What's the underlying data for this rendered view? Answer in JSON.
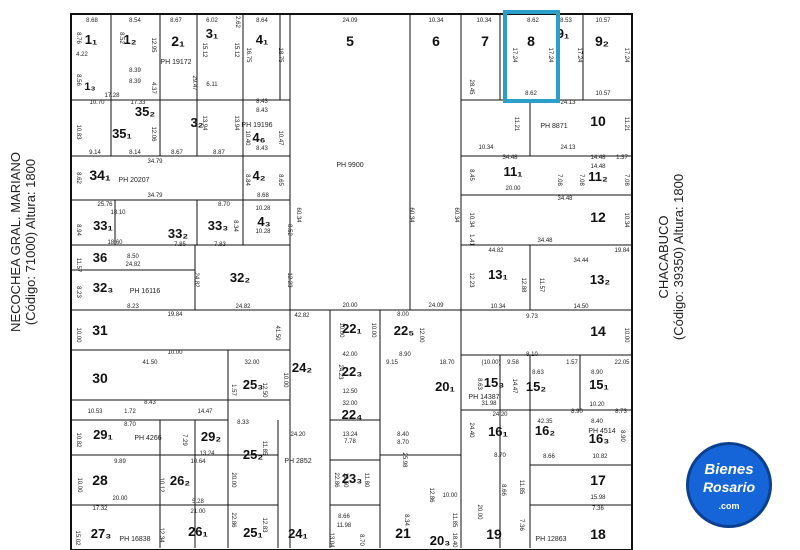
{
  "streets": {
    "left_name": "NECOCHEA GRAL. MARIANO",
    "left_code": "(Código: 71000) Altura: 1800",
    "right_name": "CHACABUCO",
    "right_code": "(Código: 39350) Altura: 1800"
  },
  "logo": {
    "line1": "Bienes",
    "line2": "Rosario",
    "line3": ".com"
  },
  "highlight_color": "#2a9fc9",
  "lots": [
    {
      "id": "1",
      "label": "1₁"
    },
    {
      "id": "2",
      "label": "1₂"
    },
    {
      "id": "3",
      "label": "2₁"
    },
    {
      "id": "4",
      "label": "3₁"
    },
    {
      "id": "5",
      "label": "4₁"
    },
    {
      "id": "6",
      "label": "5"
    },
    {
      "id": "7",
      "label": "6"
    },
    {
      "id": "8",
      "label": "7"
    },
    {
      "id": "9",
      "label": "8"
    },
    {
      "id": "10",
      "label": "9₁"
    },
    {
      "id": "11",
      "label": "9₂"
    },
    {
      "id": "12",
      "label": "1₃"
    },
    {
      "id": "13",
      "label": "35₂"
    },
    {
      "id": "14",
      "label": "35₁"
    },
    {
      "id": "15",
      "label": "3₂"
    },
    {
      "id": "16",
      "label": "4₆"
    },
    {
      "id": "17",
      "label": "10"
    },
    {
      "id": "18",
      "label": "34₁"
    },
    {
      "id": "19",
      "label": "4₂"
    },
    {
      "id": "20",
      "label": "11₁"
    },
    {
      "id": "21",
      "label": "11₂"
    },
    {
      "id": "22",
      "label": "33₁"
    },
    {
      "id": "23",
      "label": "33₂"
    },
    {
      "id": "24",
      "label": "33₃"
    },
    {
      "id": "25",
      "label": "4₃"
    },
    {
      "id": "26",
      "label": "12"
    },
    {
      "id": "27",
      "label": "36"
    },
    {
      "id": "28",
      "label": "32₂"
    },
    {
      "id": "29",
      "label": "32₃"
    },
    {
      "id": "30",
      "label": "13₁"
    },
    {
      "id": "31",
      "label": "13₂"
    },
    {
      "id": "32",
      "label": "31"
    },
    {
      "id": "33",
      "label": "22₁"
    },
    {
      "id": "34",
      "label": "22₅"
    },
    {
      "id": "35",
      "label": "14"
    },
    {
      "id": "36",
      "label": "30"
    },
    {
      "id": "37",
      "label": "25₃"
    },
    {
      "id": "38",
      "label": "24₂"
    },
    {
      "id": "39",
      "label": "22₃"
    },
    {
      "id": "40",
      "label": "20₁"
    },
    {
      "id": "41",
      "label": "15₃"
    },
    {
      "id": "42",
      "label": "15₂"
    },
    {
      "id": "43",
      "label": "15₁"
    },
    {
      "id": "44",
      "label": "29₁"
    },
    {
      "id": "45",
      "label": "29₂"
    },
    {
      "id": "46",
      "label": "22₄"
    },
    {
      "id": "47",
      "label": "16₁"
    },
    {
      "id": "48",
      "label": "16₂"
    },
    {
      "id": "49",
      "label": "16₃"
    },
    {
      "id": "50",
      "label": "25₂"
    },
    {
      "id": "51",
      "label": "28"
    },
    {
      "id": "52",
      "label": "26₂"
    },
    {
      "id": "53",
      "label": "23₃"
    },
    {
      "id": "54",
      "label": "17"
    },
    {
      "id": "55",
      "label": "27₃"
    },
    {
      "id": "56",
      "label": "26₁"
    },
    {
      "id": "57",
      "label": "25₁"
    },
    {
      "id": "58",
      "label": "24₁"
    },
    {
      "id": "59",
      "label": "21"
    },
    {
      "id": "60",
      "label": "20₃"
    },
    {
      "id": "61",
      "label": "19"
    },
    {
      "id": "62",
      "label": "18"
    }
  ],
  "ph_labels": [
    "PH 19172",
    "PH 19196",
    "PH 8871",
    "PH 20207",
    "PH 9900",
    "PH 16116",
    "PH 14387",
    "PH 4266",
    "PH 4514",
    "PH 2852",
    "PH 16838",
    "PH 12863"
  ],
  "dims": [
    "8.68",
    "8.54",
    "8.67",
    "6.02",
    "2.62",
    "8.64",
    "24.09",
    "10.34",
    "10.34",
    "8.62",
    "8.53",
    "10.57",
    "8.76",
    "8.52",
    "12.95",
    "15.12",
    "15.12",
    "16.75",
    "18.75",
    "4.22",
    "8.39",
    "8.39",
    "4.37",
    "29.47",
    "6.11",
    "8.43",
    "28.45",
    "17.24",
    "17.24",
    "17.24",
    "17.24",
    "8.62",
    "10.57",
    "8.56",
    "17.28",
    "8.43",
    "10.70",
    "17.33",
    "24.13",
    "11.21",
    "11.21",
    "10.83",
    "12.06",
    "13.94",
    "13.94",
    "10.40",
    "10.47",
    "10.34",
    "24.13",
    "9.14",
    "8.14",
    "8.67",
    "8.87",
    "8.43",
    "34.48",
    "14.48",
    "1.37",
    "60.34",
    "60.34",
    "60.34",
    "14.48",
    "8.45",
    "34.79",
    "8.84",
    "8.65",
    "20.00",
    "7.08",
    "7.08",
    "7.08",
    "8.62",
    "34.79",
    "8.68",
    "8.70",
    "34.48",
    "25.76",
    "18.10",
    "10.28",
    "8.94",
    "8.34",
    "10.34",
    "10.34",
    "8.52",
    "18.60",
    "7.85",
    "7.83",
    "10.28",
    "34.48",
    "44.82",
    "34.44",
    "19.84",
    "1.41",
    "8.50",
    "24.82",
    "24.82",
    "12.23",
    "12.23",
    "12.88",
    "11.57",
    "11.57",
    "8.23",
    "8.23",
    "24.82",
    "20.00",
    "24.09",
    "10.34",
    "14.50",
    "19.84",
    "42.82",
    "10.00",
    "8.00",
    "9.73",
    "41.50",
    "10.00",
    "12.00",
    "10.00",
    "10.00",
    "10.00",
    "42.00",
    "8.90",
    "8.10",
    "41.50",
    "32.00",
    "10.00",
    "24.23",
    "9.15",
    "18.70",
    "(10.00)",
    "9.58",
    "1.57",
    "22.05",
    "1.57",
    "12.50",
    "12.50",
    "8.90",
    "14.47",
    "8.63",
    "8.63",
    "10.20",
    "8.43",
    "14.47",
    "32.00",
    "31.98",
    "8.90",
    "8.73",
    "10.53",
    "1.72",
    "24.40",
    "24.20",
    "42.35",
    "10.82",
    "7.29",
    "13.24",
    "8.40",
    "8.40",
    "8.90",
    "8.70",
    "13.24",
    "8.33",
    "24.20",
    "7.78",
    "8.70",
    "8.70",
    "8.66",
    "10.82",
    "9.89",
    "10.64",
    "20.00",
    "11.85",
    "20.00",
    "11.80",
    "12.50",
    "25.98",
    "12.86",
    "8.66",
    "10.00",
    "10.12",
    "10.00",
    "15.98",
    "5.28",
    "22.86",
    "20.00",
    "11.85",
    "17.32",
    "21.00",
    "8.66",
    "11.98",
    "8.34",
    "11.85",
    "7.36",
    "7.36",
    "15.02",
    "12.34",
    "22.86",
    "12.83",
    "13.04",
    "8.70",
    "18.40",
    "8.66",
    "8.66",
    "15.02"
  ]
}
